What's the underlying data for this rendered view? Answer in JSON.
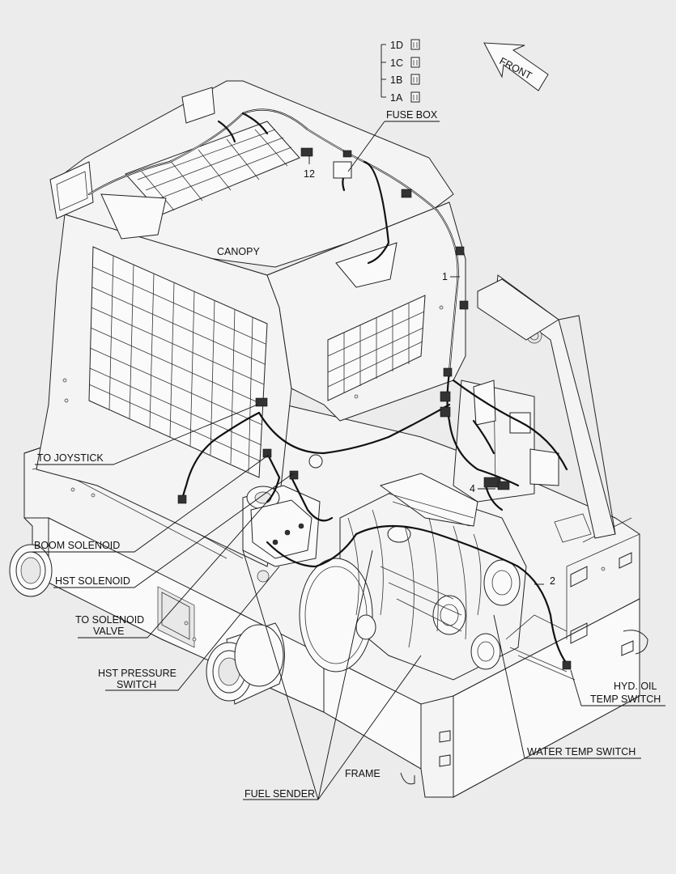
{
  "labels": {
    "fuse_1d": "1D",
    "fuse_1c": "1C",
    "fuse_1b": "1B",
    "fuse_1a": "1A",
    "fuse_box": "FUSE BOX",
    "front": "FRONT",
    "item_12": "12",
    "canopy": "CANOPY",
    "item_1": "1",
    "to_joystick": "TO JOYSTICK",
    "item_4": "4",
    "boom_solenoid": "BOOM SOLENOID",
    "item_2": "2",
    "hst_solenoid": "HST SOLENOID",
    "to_solenoid_line1": "TO SOLENOID",
    "to_solenoid_line2": "VALVE",
    "hst_pressure_line1": "HST PRESSURE",
    "hst_pressure_line2": "SWITCH",
    "hyd_oil_line1": "HYD. OIL",
    "hyd_oil_line2": "TEMP SWITCH",
    "water_temp_switch": "WATER TEMP SWITCH",
    "frame": "FRAME",
    "fuel_sender": "FUEL SENDER"
  },
  "colors": {
    "background": "#ececec",
    "line": "#222222",
    "panel": "#f4f4f4"
  }
}
